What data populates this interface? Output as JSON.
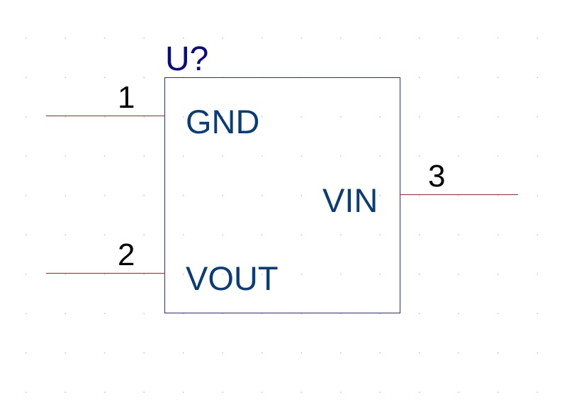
{
  "component": {
    "reference": "U?",
    "body_color": "#2828b4",
    "reference_color": "#0a0a82",
    "pin_name_color": "#0a3c78",
    "pin_line_color": "#d21e1e",
    "pins": [
      {
        "number": "1",
        "name": "GND",
        "side": "left"
      },
      {
        "number": "2",
        "name": "VOUT",
        "side": "left"
      },
      {
        "number": "3",
        "name": "VIN",
        "side": "right"
      }
    ]
  }
}
